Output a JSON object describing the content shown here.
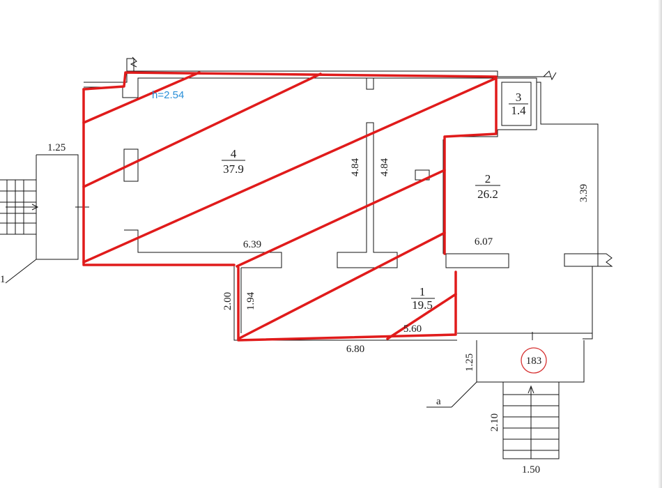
{
  "colors": {
    "wall": "#111111",
    "markup": "#e01b1b",
    "height_label": "#2a8fd8",
    "marker_circle": "#d63030"
  },
  "ceiling_height": "h=2.54",
  "rooms": [
    {
      "id": "4",
      "number": "4",
      "area": "37.9",
      "hatched": true
    },
    {
      "id": "2",
      "number": "2",
      "area": "26.2",
      "hatched": false
    },
    {
      "id": "3",
      "number": "3",
      "area": "1.4",
      "hatched": false
    },
    {
      "id": "1",
      "number": "1",
      "area": "19.5",
      "hatched": true
    }
  ],
  "dimensions": {
    "entrance_width_left": "1.25",
    "room4_height_a": "4.84",
    "room4_height_b": "4.84",
    "room4_width": "6.39",
    "room2_width": "6.07",
    "room2_height": "3.39",
    "room1_height_a": "2.00",
    "room1_height_b": "1.94",
    "room1_width": "6.80",
    "room1_partial": "5.60",
    "porch_depth": "1.25",
    "stair_length": "2.10",
    "stair_width": "1.50"
  },
  "markers": {
    "building_number": "183",
    "left_stair_label": "1",
    "porch_label": "a"
  }
}
